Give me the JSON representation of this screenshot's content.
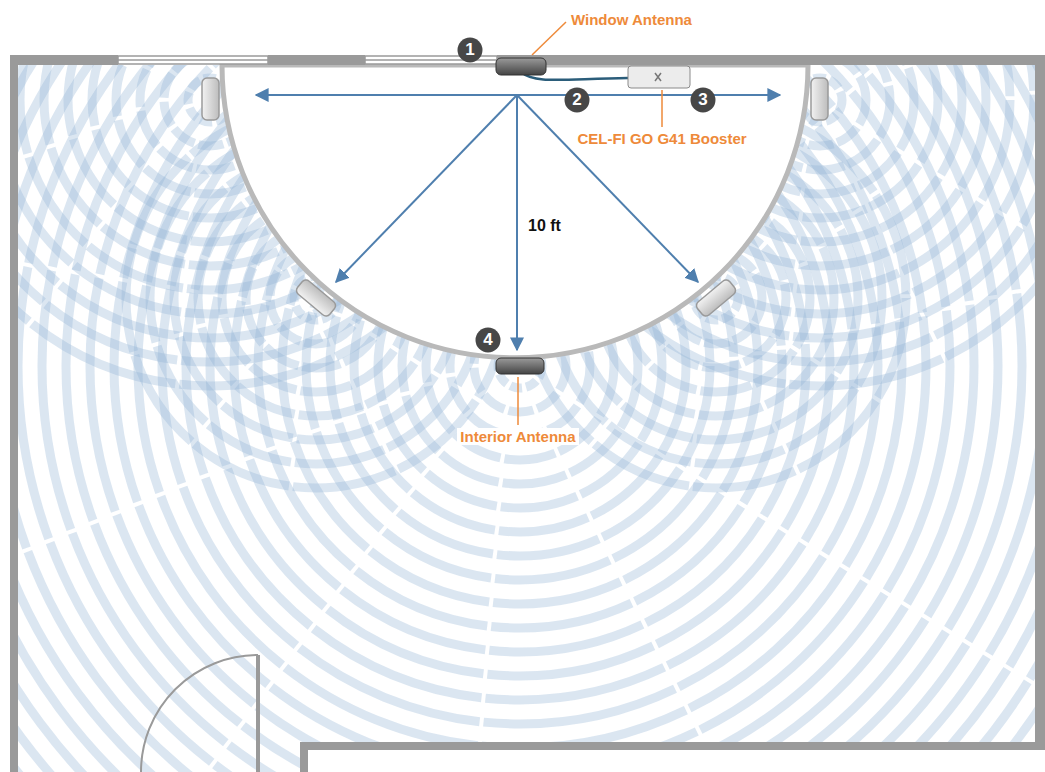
{
  "diagram": {
    "nodes": [
      {
        "text": [
          "1"
        ]
      },
      {
        "text": [
          "2"
        ]
      },
      {
        "text": [
          "3"
        ]
      },
      {
        "text": [
          "4"
        ]
      }
    ],
    "labels": [
      "Window Antenna",
      "CEL-FI GO G41 Booster",
      "10 ft",
      "Interior Antenna"
    ]
  }
}
